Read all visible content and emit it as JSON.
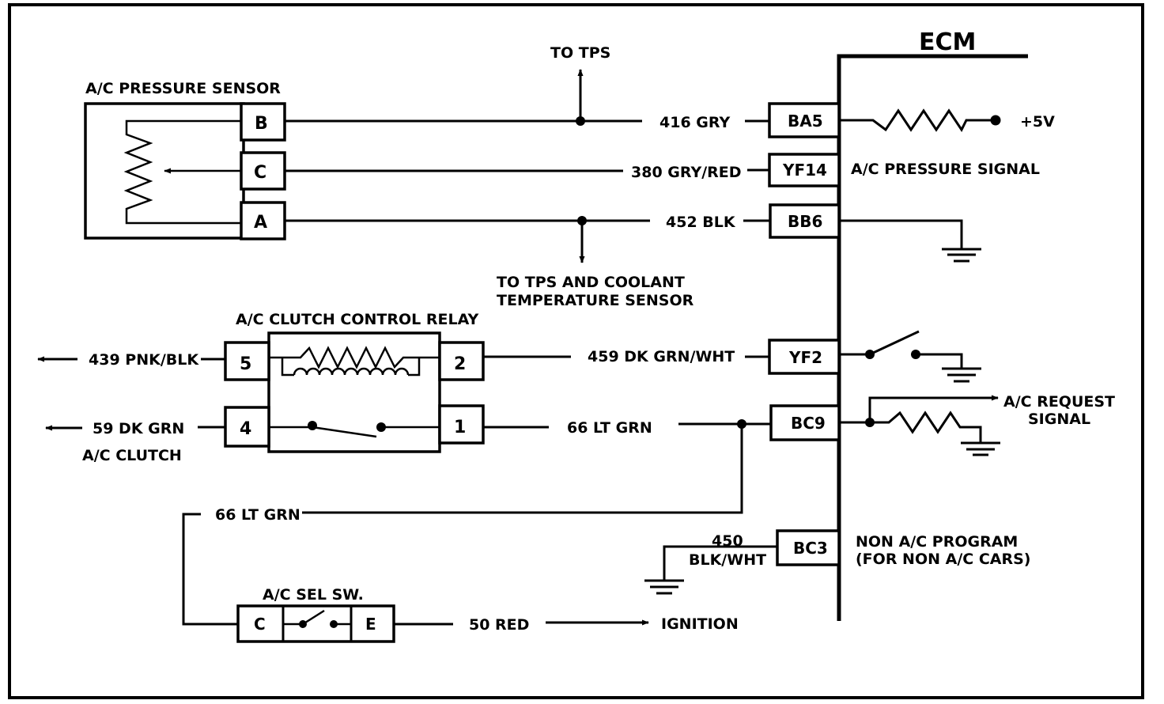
{
  "ecm": {
    "title": "ECM"
  },
  "sensor": {
    "title": "A/C PRESSURE SENSOR",
    "pins": [
      "B",
      "C",
      "A"
    ]
  },
  "ecm_pins": {
    "ba5": "BA5",
    "yf14": "YF14",
    "bb6": "BB6",
    "yf2": "YF2",
    "bc9": "BC9",
    "bc3": "BC3"
  },
  "wires": {
    "w416": "416  GRY",
    "w380": "380 GRY/RED",
    "w452": "452  BLK",
    "w459": "459  DK GRN/WHT",
    "w66a": "66 LT GRN",
    "w66b": "66  LT GRN",
    "w439": "439 PNK/BLK",
    "w59": "59  DK GRN",
    "w450_num": "450",
    "w450_color": "BLK/WHT",
    "w50": "50  RED"
  },
  "labels": {
    "to_tps": "TO TPS",
    "to_tps_coolant_1": "TO TPS AND COOLANT",
    "to_tps_coolant_2": "TEMPERATURE SENSOR",
    "plus5v": "+5V",
    "ac_pressure_signal": "A/C PRESSURE SIGNAL",
    "ac_request_1": "A/C REQUEST",
    "ac_request_2": "SIGNAL",
    "non_ac_1": "NON A/C PROGRAM",
    "non_ac_2": "(FOR NON A/C CARS)",
    "ac_clutch": "A/C CLUTCH",
    "ignition": "IGNITION"
  },
  "relay": {
    "title": "A/C CLUTCH CONTROL RELAY",
    "pins": [
      "5",
      "4",
      "2",
      "1"
    ]
  },
  "sel_switch": {
    "title": "A/C SEL SW.",
    "pins": [
      "C",
      "E"
    ]
  }
}
